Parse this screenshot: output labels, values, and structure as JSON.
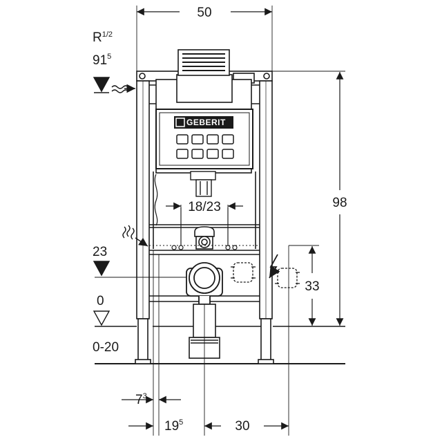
{
  "diagram": {
    "brand_logo": "GEBERIT",
    "water_supply": {
      "thread_label": "R",
      "thread_size": "1/2",
      "height_base": "91",
      "height_sup": "5"
    },
    "dimensions": {
      "frame_width": "50",
      "frame_height": "98",
      "flush_bend_spacing": "18/23",
      "drain_height": "23",
      "floor_level": "0",
      "floor_adjustment": "0-20",
      "electrical_height": "33",
      "leg_offset_base": "7",
      "leg_offset_sup": "3",
      "drain_axis_base": "19",
      "drain_axis_sup": "5",
      "electrical_axis": "30"
    }
  }
}
